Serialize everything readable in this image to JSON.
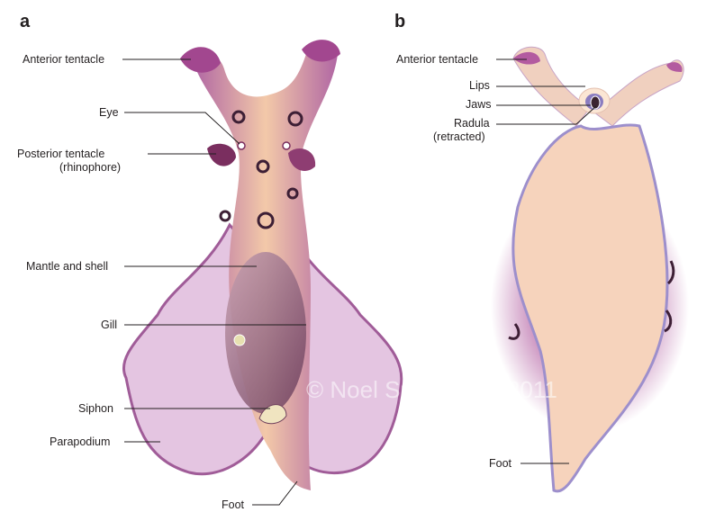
{
  "panel_a": {
    "letter": "a",
    "labels": {
      "anterior_tentacle": "Anterior tentacle",
      "eye": "Eye",
      "posterior_tentacle": "Posterior tentacle",
      "rhinophore": "(rhinophore)",
      "mantle_shell": "Mantle and shell",
      "gill": "Gill",
      "siphon": "Siphon",
      "parapodium": "Parapodium",
      "foot": "Foot"
    }
  },
  "panel_b": {
    "letter": "b",
    "labels": {
      "anterior_tentacle": "Anterior tentacle",
      "lips": "Lips",
      "jaws": "Jaws",
      "radula": "Radula",
      "retracted": "(retracted)",
      "foot": "Foot"
    }
  },
  "watermark": "© Noel Srivansanti 2011",
  "colors": {
    "body_purple": "#b56aa6",
    "foot_peach": "#f6d2b8",
    "outline": "#9d8fcc",
    "parapodium": "#e3c4e0"
  }
}
